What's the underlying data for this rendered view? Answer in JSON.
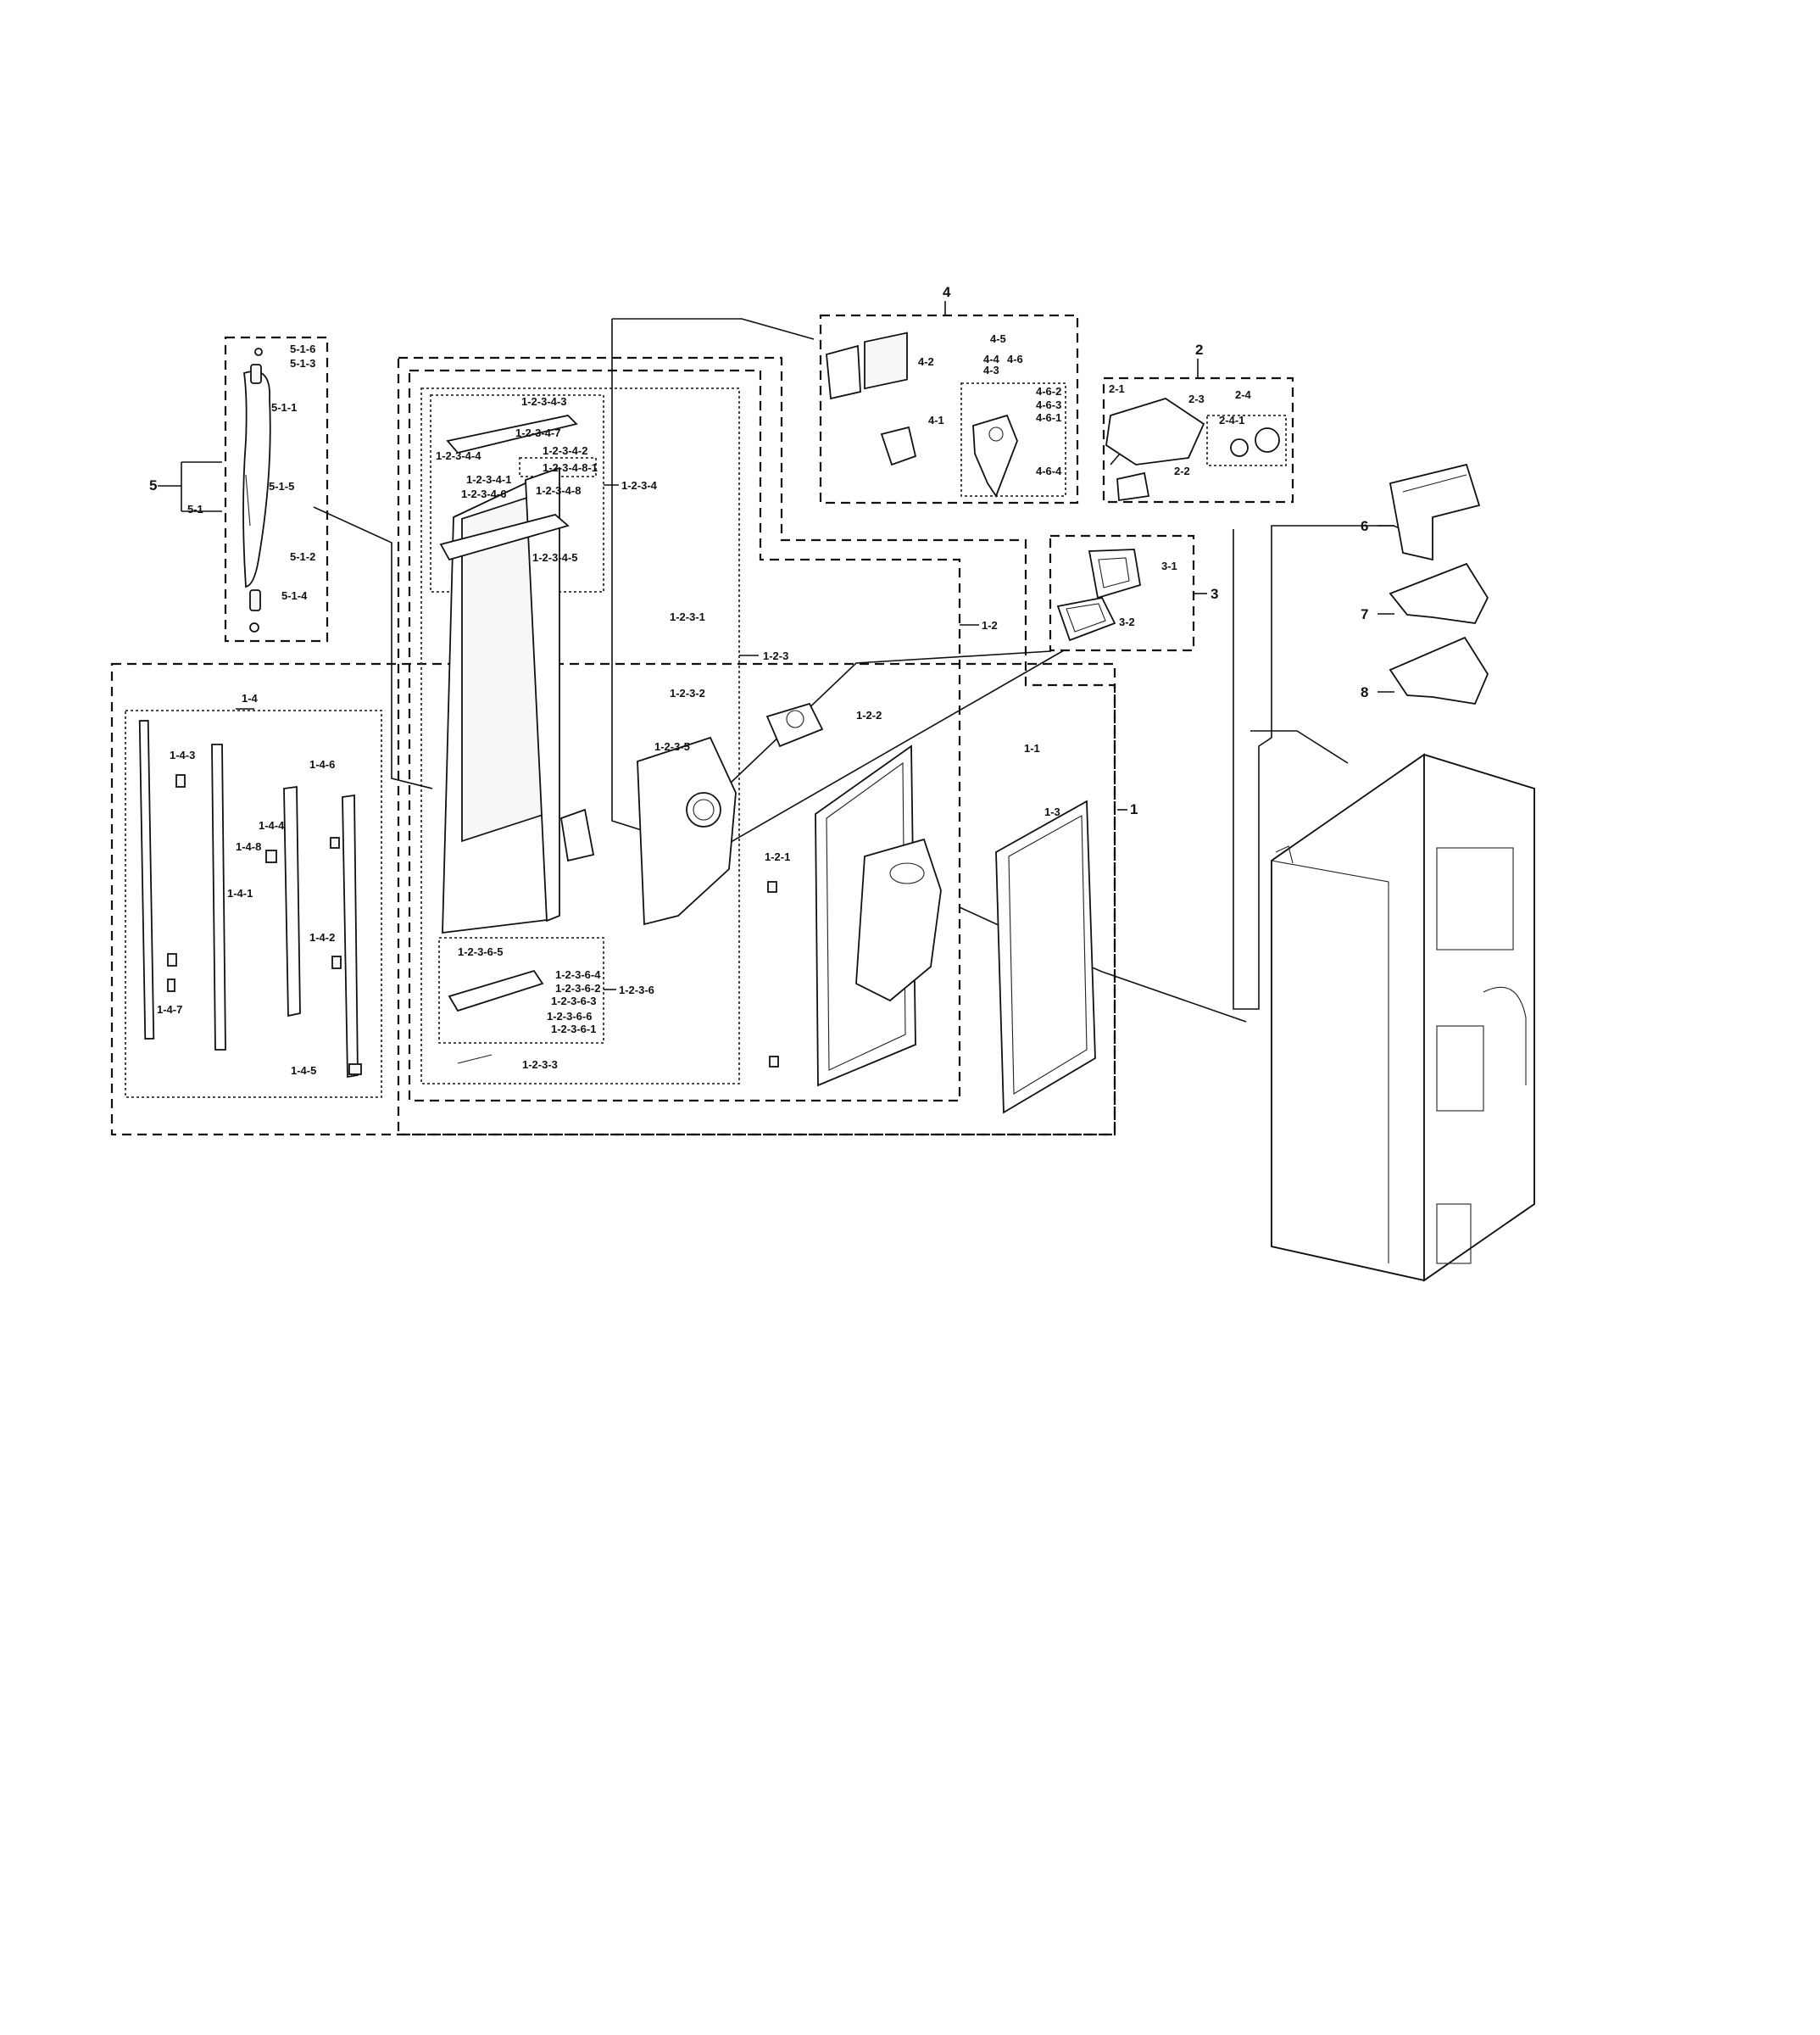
{
  "labels": {
    "p1": "1",
    "p1_1": "1-1",
    "p1_2": "1-2",
    "p1_2_1": "1-2-1",
    "p1_2_2": "1-2-2",
    "p1_2_3": "1-2-3",
    "p1_2_3_1": "1-2-3-1",
    "p1_2_3_2": "1-2-3-2",
    "p1_2_3_3": "1-2-3-3",
    "p1_2_3_4": "1-2-3-4",
    "p1_2_3_4_1": "1-2-3-4-1",
    "p1_2_3_4_2": "1-2-3-4-2",
    "p1_2_3_4_3": "1-2-3-4-3",
    "p1_2_3_4_4": "1-2-3-4-4",
    "p1_2_3_4_5": "1-2-3-4-5",
    "p1_2_3_4_6": "1-2-3-4-6",
    "p1_2_3_4_7": "1-2-3-4-7",
    "p1_2_3_4_8": "1-2-3-4-8",
    "p1_2_3_4_8_1": "1-2-3-4-8-1",
    "p1_2_3_5": "1-2-3-5",
    "p1_2_3_6": "1-2-3-6",
    "p1_2_3_6_1": "1-2-3-6-1",
    "p1_2_3_6_2": "1-2-3-6-2",
    "p1_2_3_6_3": "1-2-3-6-3",
    "p1_2_3_6_4": "1-2-3-6-4",
    "p1_2_3_6_5": "1-2-3-6-5",
    "p1_2_3_6_6": "1-2-3-6-6",
    "p1_3": "1-3",
    "p1_4": "1-4",
    "p1_4_1": "1-4-1",
    "p1_4_2": "1-4-2",
    "p1_4_3": "1-4-3",
    "p1_4_4": "1-4-4",
    "p1_4_5": "1-4-5",
    "p1_4_6": "1-4-6",
    "p1_4_7": "1-4-7",
    "p1_4_8": "1-4-8",
    "p2": "2",
    "p2_1": "2-1",
    "p2_2": "2-2",
    "p2_3": "2-3",
    "p2_4": "2-4",
    "p2_4_1": "2-4-1",
    "p3": "3",
    "p3_1": "3-1",
    "p3_2": "3-2",
    "p4": "4",
    "p4_1": "4-1",
    "p4_2": "4-2",
    "p4_3": "4-3",
    "p4_4": "4-4",
    "p4_5": "4-5",
    "p4_6": "4-6",
    "p4_6_1": "4-6-1",
    "p4_6_2": "4-6-2",
    "p4_6_3": "4-6-3",
    "p4_6_4": "4-6-4",
    "p5": "5",
    "p5_1": "5-1",
    "p5_1_1": "5-1-1",
    "p5_1_2": "5-1-2",
    "p5_1_3": "5-1-3",
    "p5_1_4": "5-1-4",
    "p5_1_5": "5-1-5",
    "p5_1_6": "5-1-6",
    "p6": "6",
    "p7": "7",
    "p8": "8"
  }
}
